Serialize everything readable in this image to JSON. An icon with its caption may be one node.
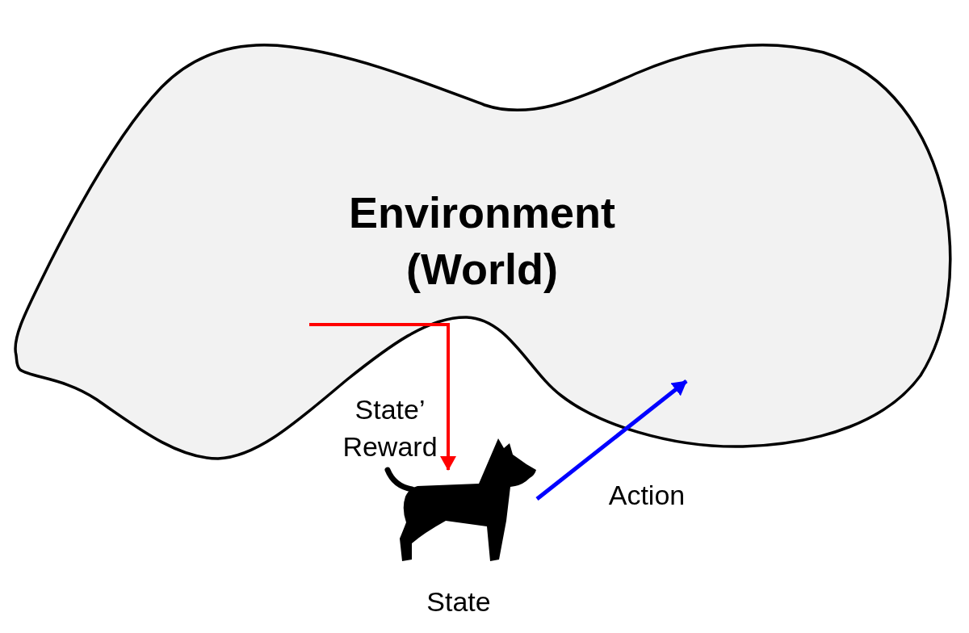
{
  "diagram": {
    "nodes": [
      {
        "text": [
          "Environment (World)"
        ]
      },
      {
        "text": [],
        "shape": "picture",
        "beside": [
          "State"
        ]
      }
    ],
    "edges": [
      {
        "from": 0,
        "to": 1,
        "arrow": "to",
        "label": "State’ Reward",
        "color": "#ff0000"
      },
      {
        "from": 1,
        "to": 0,
        "arrow": "to",
        "label": "Action",
        "color": "#0000ff"
      }
    ]
  }
}
